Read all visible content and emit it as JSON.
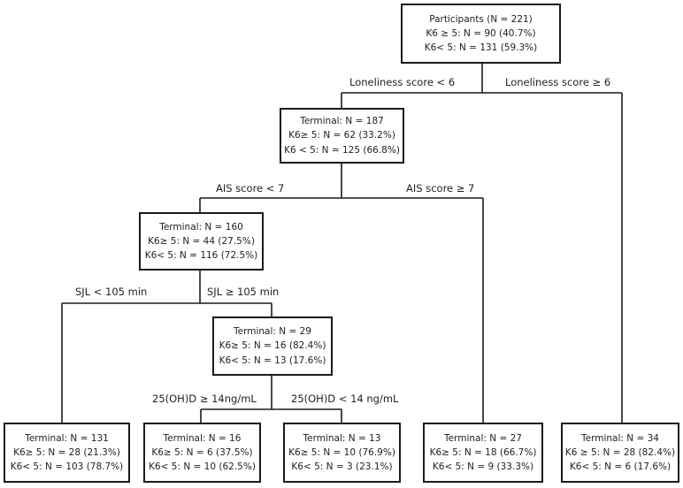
{
  "nodes": {
    "root": {
      "title": "Participants (N = 221)",
      "k6_high": "K6 ≥ 5: N = 90 (40.7%)",
      "k6_low": "K6< 5: N = 131 (59.3%)"
    },
    "n187": {
      "title": "Terminal: N = 187",
      "k6_high": "K6≥ 5: N = 62 (33.2%)",
      "k6_low": "K6 < 5: N = 125 (66.8%)"
    },
    "n160": {
      "title": "Terminal: N = 160",
      "k6_high": "K6≥ 5: N = 44 (27.5%)",
      "k6_low": "K6< 5: N = 116 (72.5%)"
    },
    "n29": {
      "title": "Terminal: N = 29",
      "k6_high": "K6≥ 5: N = 16 (82.4%)",
      "k6_low": "K6< 5: N = 13 (17.6%)"
    },
    "n131": {
      "title": "Terminal: N = 131",
      "k6_high": "K6≥ 5: N = 28 (21.3%)",
      "k6_low": "K6< 5: N = 103 (78.7%)"
    },
    "n16": {
      "title": "Terminal: N = 16",
      "k6_high": "K6≥ 5: N = 6 (37.5%)",
      "k6_low": "K6< 5: N = 10 (62.5%)"
    },
    "n13": {
      "title": "Terminal: N = 13",
      "k6_high": "K6≥ 5: N = 10 (76.9%)",
      "k6_low": "K6< 5: N = 3 (23.1%)"
    },
    "n27": {
      "title": "Terminal: N = 27",
      "k6_high": "K6≥ 5: N = 18 (66.7%)",
      "k6_low": "K6< 5: N = 9 (33.3%)"
    },
    "n34": {
      "title": "Terminal: N = 34",
      "k6_high": "K6 ≥ 5: N = 28 (82.4%)",
      "k6_low": "K6< 5: N = 6 (17.6%)"
    }
  },
  "edge_labels": {
    "loneliness_low": "Loneliness score < 6",
    "loneliness_high": "Loneliness score ≥ 6",
    "ais_low": "AIS score < 7",
    "ais_high": "AIS score ≥ 7",
    "sjl_low": "SJL < 105 min",
    "sjl_high": "SJL ≥ 105 min",
    "vitd_high": "25(OH)D ≥ 14ng/mL",
    "vitd_low": "25(OH)D < 14 ng/mL"
  }
}
